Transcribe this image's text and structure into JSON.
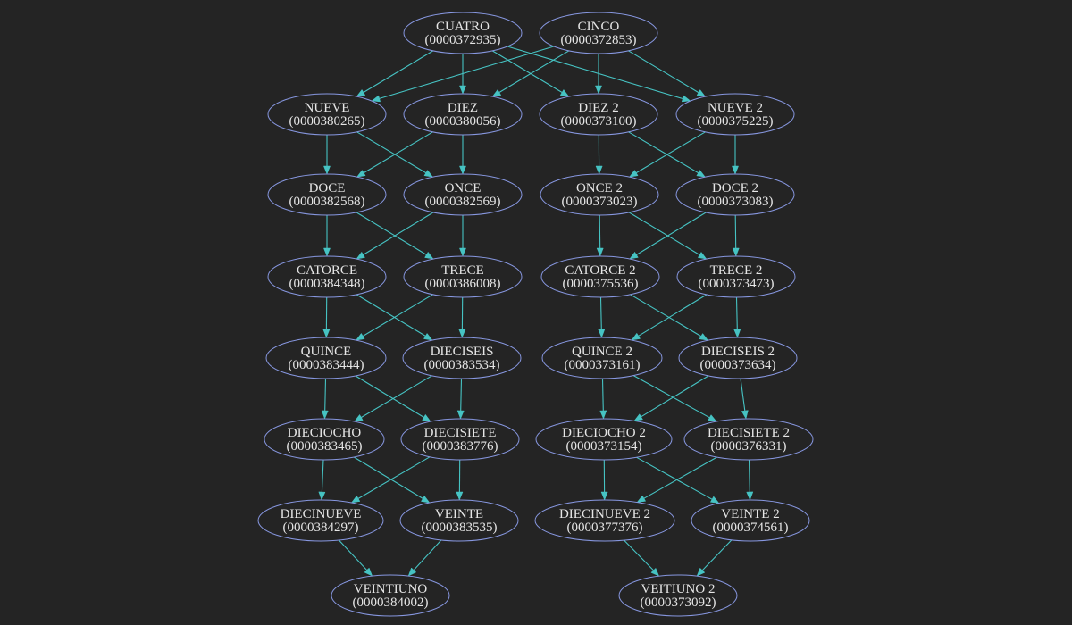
{
  "colors": {
    "background": "#242424",
    "node_border": "#8797e0",
    "edge": "#46c3c3",
    "text": "#e6e6e6"
  },
  "nodes": [
    {
      "id": "cuatro",
      "name": "CUATRO",
      "code": "(0000372935)"
    },
    {
      "id": "cinco",
      "name": "CINCO",
      "code": "(0000372853)"
    },
    {
      "id": "nueve",
      "name": "NUEVE",
      "code": "(0000380265)"
    },
    {
      "id": "diez",
      "name": "DIEZ",
      "code": "(0000380056)"
    },
    {
      "id": "diez2",
      "name": "DIEZ 2",
      "code": "(0000373100)"
    },
    {
      "id": "nueve2",
      "name": "NUEVE 2",
      "code": "(0000375225)"
    },
    {
      "id": "doce",
      "name": "DOCE",
      "code": "(0000382568)"
    },
    {
      "id": "once",
      "name": "ONCE",
      "code": "(0000382569)"
    },
    {
      "id": "once2",
      "name": "ONCE 2",
      "code": "(0000373023)"
    },
    {
      "id": "doce2",
      "name": "DOCE 2",
      "code": "(0000373083)"
    },
    {
      "id": "catorce",
      "name": "CATORCE",
      "code": "(0000384348)"
    },
    {
      "id": "trece",
      "name": "TRECE",
      "code": "(0000386008)"
    },
    {
      "id": "catorce2",
      "name": "CATORCE 2",
      "code": "(0000375536)"
    },
    {
      "id": "trece2",
      "name": "TRECE 2",
      "code": "(0000373473)"
    },
    {
      "id": "quince",
      "name": "QUINCE",
      "code": "(0000383444)"
    },
    {
      "id": "dieciseis",
      "name": "DIECISEIS",
      "code": "(0000383534)"
    },
    {
      "id": "quince2",
      "name": "QUINCE 2",
      "code": "(0000373161)"
    },
    {
      "id": "dieciseis2",
      "name": "DIECISEIS 2",
      "code": "(0000373634)"
    },
    {
      "id": "dieciocho",
      "name": "DIECIOCHO",
      "code": "(0000383465)"
    },
    {
      "id": "diecisiete",
      "name": "DIECISIETE",
      "code": "(0000383776)"
    },
    {
      "id": "dieciocho2",
      "name": "DIECIOCHO 2",
      "code": "(0000373154)"
    },
    {
      "id": "diecisiete2",
      "name": "DIECISIETE 2",
      "code": "(0000376331)"
    },
    {
      "id": "diecinueve",
      "name": "DIECINUEVE",
      "code": "(0000384297)"
    },
    {
      "id": "veinte",
      "name": "VEINTE",
      "code": "(0000383535)"
    },
    {
      "id": "diecinueve2",
      "name": "DIECINUEVE 2",
      "code": "(0000377376)"
    },
    {
      "id": "veinte2",
      "name": "VEINTE 2",
      "code": "(0000374561)"
    },
    {
      "id": "veintiuno",
      "name": "VEINTIUNO",
      "code": "(0000384002)"
    },
    {
      "id": "veitiuno2",
      "name": "VEITIUNO 2",
      "code": "(0000373092)"
    }
  ],
  "edges": [
    {
      "from": "cuatro",
      "to": "nueve"
    },
    {
      "from": "cuatro",
      "to": "diez"
    },
    {
      "from": "cuatro",
      "to": "diez2"
    },
    {
      "from": "cuatro",
      "to": "nueve2"
    },
    {
      "from": "cinco",
      "to": "nueve"
    },
    {
      "from": "cinco",
      "to": "diez"
    },
    {
      "from": "cinco",
      "to": "diez2"
    },
    {
      "from": "cinco",
      "to": "nueve2"
    },
    {
      "from": "nueve",
      "to": "doce"
    },
    {
      "from": "nueve",
      "to": "once"
    },
    {
      "from": "diez",
      "to": "doce"
    },
    {
      "from": "diez",
      "to": "once"
    },
    {
      "from": "diez2",
      "to": "once2"
    },
    {
      "from": "diez2",
      "to": "doce2"
    },
    {
      "from": "nueve2",
      "to": "once2"
    },
    {
      "from": "nueve2",
      "to": "doce2"
    },
    {
      "from": "doce",
      "to": "catorce"
    },
    {
      "from": "doce",
      "to": "trece"
    },
    {
      "from": "once",
      "to": "catorce"
    },
    {
      "from": "once",
      "to": "trece"
    },
    {
      "from": "once2",
      "to": "catorce2"
    },
    {
      "from": "once2",
      "to": "trece2"
    },
    {
      "from": "doce2",
      "to": "catorce2"
    },
    {
      "from": "doce2",
      "to": "trece2"
    },
    {
      "from": "catorce",
      "to": "quince"
    },
    {
      "from": "catorce",
      "to": "dieciseis"
    },
    {
      "from": "trece",
      "to": "quince"
    },
    {
      "from": "trece",
      "to": "dieciseis"
    },
    {
      "from": "catorce2",
      "to": "quince2"
    },
    {
      "from": "catorce2",
      "to": "dieciseis2"
    },
    {
      "from": "trece2",
      "to": "quince2"
    },
    {
      "from": "trece2",
      "to": "dieciseis2"
    },
    {
      "from": "quince",
      "to": "dieciocho"
    },
    {
      "from": "quince",
      "to": "diecisiete"
    },
    {
      "from": "dieciseis",
      "to": "dieciocho"
    },
    {
      "from": "dieciseis",
      "to": "diecisiete"
    },
    {
      "from": "quince2",
      "to": "dieciocho2"
    },
    {
      "from": "quince2",
      "to": "diecisiete2"
    },
    {
      "from": "dieciseis2",
      "to": "dieciocho2"
    },
    {
      "from": "dieciseis2",
      "to": "diecisiete2"
    },
    {
      "from": "dieciocho",
      "to": "diecinueve"
    },
    {
      "from": "dieciocho",
      "to": "veinte"
    },
    {
      "from": "diecisiete",
      "to": "diecinueve"
    },
    {
      "from": "diecisiete",
      "to": "veinte"
    },
    {
      "from": "dieciocho2",
      "to": "diecinueve2"
    },
    {
      "from": "dieciocho2",
      "to": "veinte2"
    },
    {
      "from": "diecisiete2",
      "to": "diecinueve2"
    },
    {
      "from": "diecisiete2",
      "to": "veinte2"
    },
    {
      "from": "diecinueve",
      "to": "veintiuno"
    },
    {
      "from": "veinte",
      "to": "veintiuno"
    },
    {
      "from": "diecinueve2",
      "to": "veitiuno2"
    },
    {
      "from": "veinte2",
      "to": "veitiuno2"
    }
  ]
}
